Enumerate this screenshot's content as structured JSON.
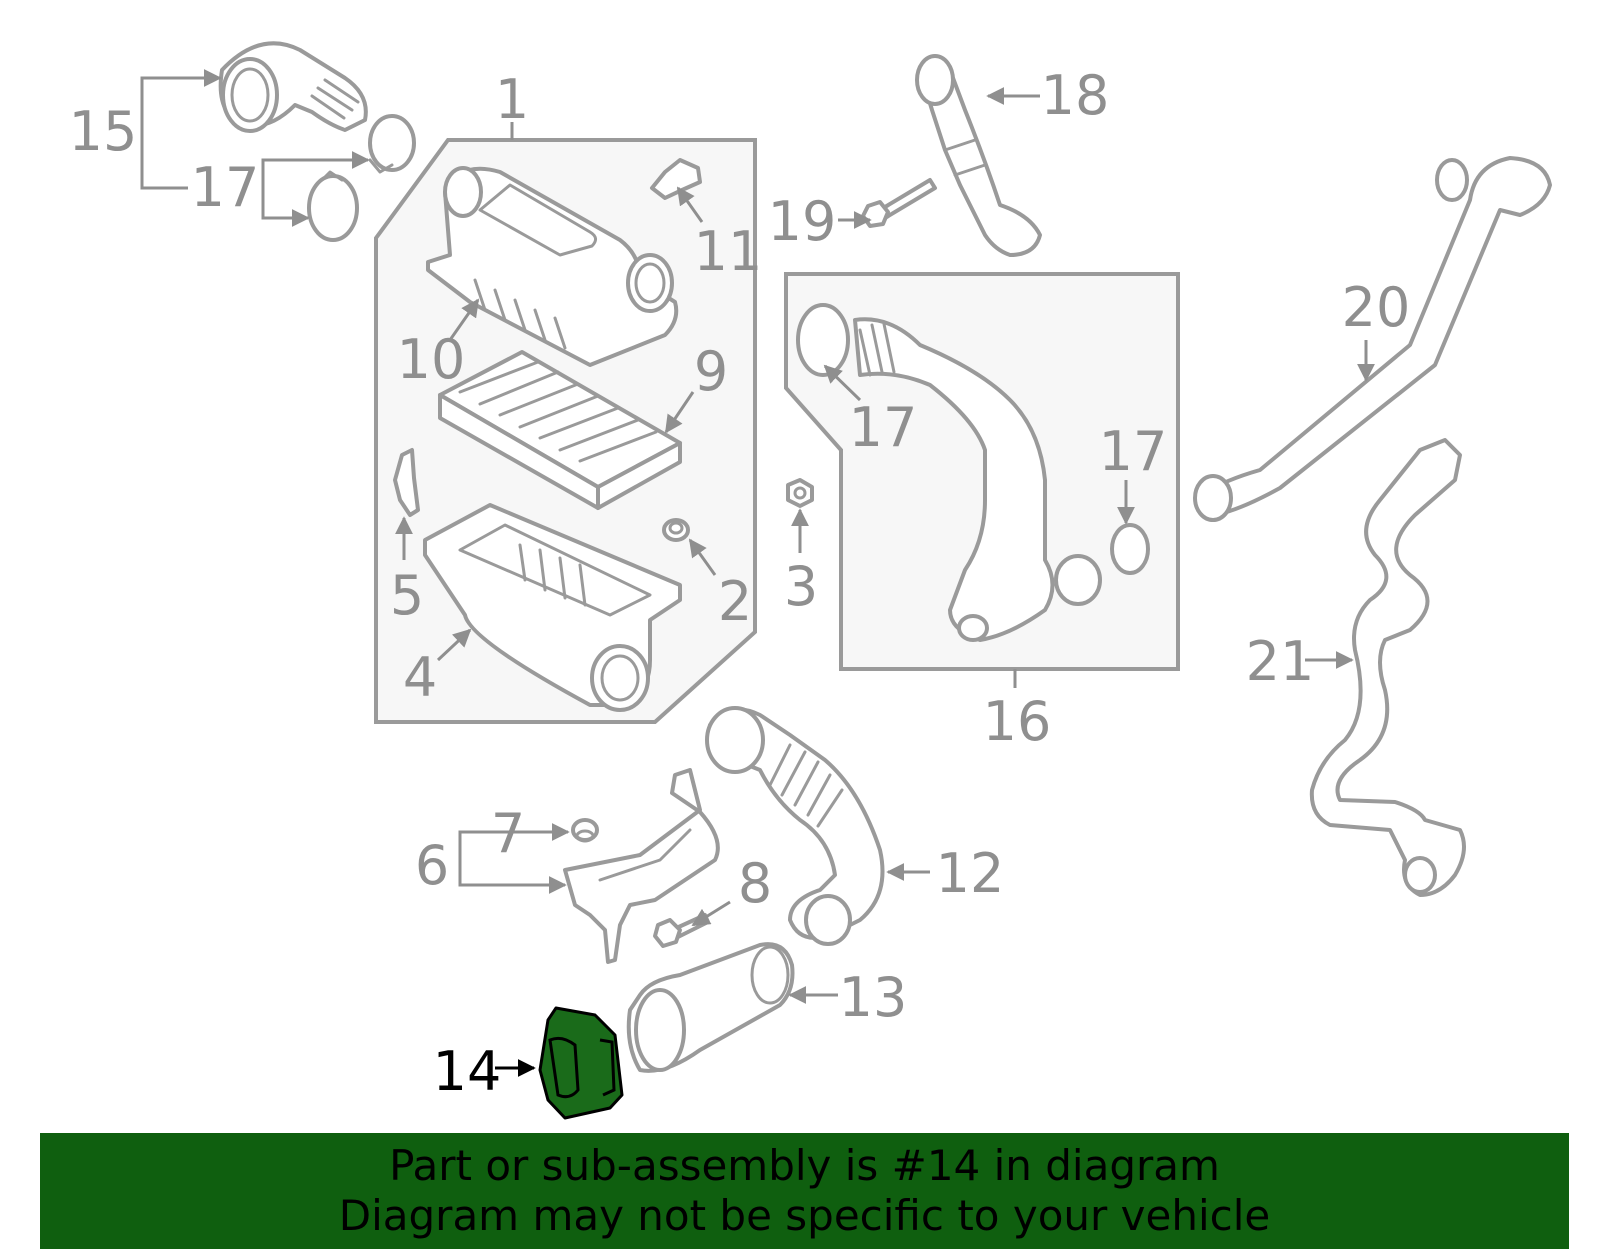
{
  "diagram": {
    "callouts": {
      "c1": "1",
      "c2": "2",
      "c3": "3",
      "c4": "4",
      "c5": "5",
      "c6": "6",
      "c7": "7",
      "c8": "8",
      "c9": "9",
      "c10": "10",
      "c11": "11",
      "c12": "12",
      "c13": "13",
      "c14": "14",
      "c15": "15",
      "c16": "16",
      "c17a": "17",
      "c17b": "17",
      "c17c": "17",
      "c18": "18",
      "c19": "19",
      "c20": "20",
      "c21": "21"
    },
    "highlight_part": "14",
    "colors": {
      "highlight_fill": "#1a6b1a",
      "banner_bg": "#0f5f0f",
      "line_gray": "#9a9a9a",
      "panel_bg": "#f7f7f7"
    }
  },
  "banner": {
    "line1": "Part or sub-assembly is #14 in diagram",
    "line2": "Diagram may not be specific to your vehicle"
  }
}
